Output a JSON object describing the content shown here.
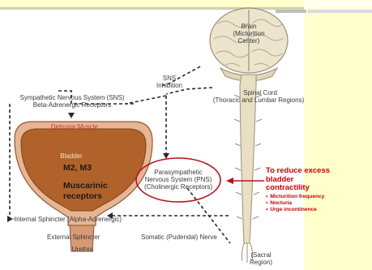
{
  "labels": {
    "brain": "Brain",
    "brain_sub": "(Micturition",
    "brain_sub2": "Center)",
    "sns_inhibition_1": "SNS",
    "sns_inhibition_2": "Inhibition",
    "spinal_cord_1": "Spinal Cord",
    "spinal_cord_2": "(Thoracic and Lumbar Regions)",
    "sns_1": "Sympathetic Nervous System (SNS)",
    "sns_2": "Beta-Adrenergic Receptors",
    "detrusor": "Detrusor Muscle",
    "bladder": "Bladder",
    "pns_1": "Parasympathetic",
    "pns_2": "Nervous System (PNS)",
    "pns_3": "(Cholinergic Receptors)",
    "internal_sphincter": "Internal Sphincter (Alpha-Adrenergic)",
    "external_sphincter": "External Sphincter",
    "somatic": "Somatic (Pudendal) Nerve",
    "urethra": "Urethra",
    "sacral_1": "(Sacral",
    "sacral_2": "Region)"
  },
  "emphasis": {
    "receptors_1": "M2, M3",
    "receptors_2": "Muscarinic",
    "receptors_3": "receptors"
  },
  "callout": {
    "title_1": "To reduce excess",
    "title_2": "bladder",
    "title_3": "contractility",
    "items": [
      "Micturition frequency",
      "Nocturia",
      "Urge incontinence"
    ]
  },
  "colors": {
    "callout_red": "#cc0000",
    "oval_red": "#b5121b",
    "bladder_fill": "#b0622a",
    "sidebar": "#ffffcc",
    "spine": "#e9e0c4"
  }
}
